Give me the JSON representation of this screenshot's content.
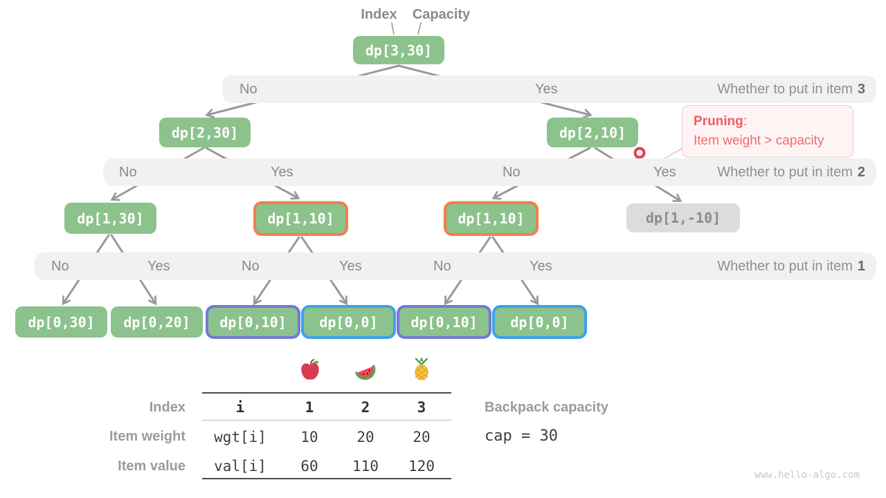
{
  "legend": {
    "index": "Index",
    "capacity": "Capacity"
  },
  "tree": {
    "nodes": [
      {
        "label": "dp[3,30]"
      },
      {
        "label": "dp[2,30]"
      },
      {
        "label": "dp[2,10]"
      },
      {
        "label": "dp[1,30]"
      },
      {
        "label": "dp[1,10]"
      },
      {
        "label": "dp[1,10]"
      },
      {
        "label": "dp[1,-10]"
      },
      {
        "label": "dp[0,30]"
      },
      {
        "label": "dp[0,20]"
      },
      {
        "label": "dp[0,10]"
      },
      {
        "label": "dp[0,0]"
      },
      {
        "label": "dp[0,10]"
      },
      {
        "label": "dp[0,0]"
      }
    ]
  },
  "bands": [
    {
      "labels": [
        "No",
        "Yes"
      ],
      "question": "Whether to put in item",
      "item": "3"
    },
    {
      "labels": [
        "No",
        "Yes",
        "No",
        "Yes"
      ],
      "question": "Whether to put in item",
      "item": "2"
    },
    {
      "labels": [
        "No",
        "Yes",
        "No",
        "Yes",
        "No",
        "Yes"
      ],
      "question": "Whether to put in item",
      "item": "1"
    }
  ],
  "pruning": {
    "title": "Pruning",
    "colon": ":",
    "reason": "Item weight > capacity"
  },
  "items_table": {
    "fruits": [
      "apple",
      "watermelon",
      "pineapple"
    ],
    "row_labels": [
      "Index",
      "Item weight",
      "Item value"
    ],
    "header": [
      "i",
      "1",
      "2",
      "3"
    ],
    "rows": [
      [
        "wgt[i]",
        "10",
        "20",
        "20"
      ],
      [
        "val[i]",
        "60",
        "110",
        "120"
      ]
    ]
  },
  "backpack": {
    "label": "Backpack capacity",
    "code": "cap = 30"
  },
  "watermark": "www.hello-algo.com",
  "colors": {
    "node_green": "#8CC28C",
    "prune_orange": "#F0804A",
    "keep_purple": "#7279D6",
    "keep_blue": "#3BA3E6",
    "disabled_gray": "#DCDCDC",
    "edge_gray": "#999999",
    "band_bg": "#F1F1F1",
    "pruning_red": "#F05B65"
  }
}
